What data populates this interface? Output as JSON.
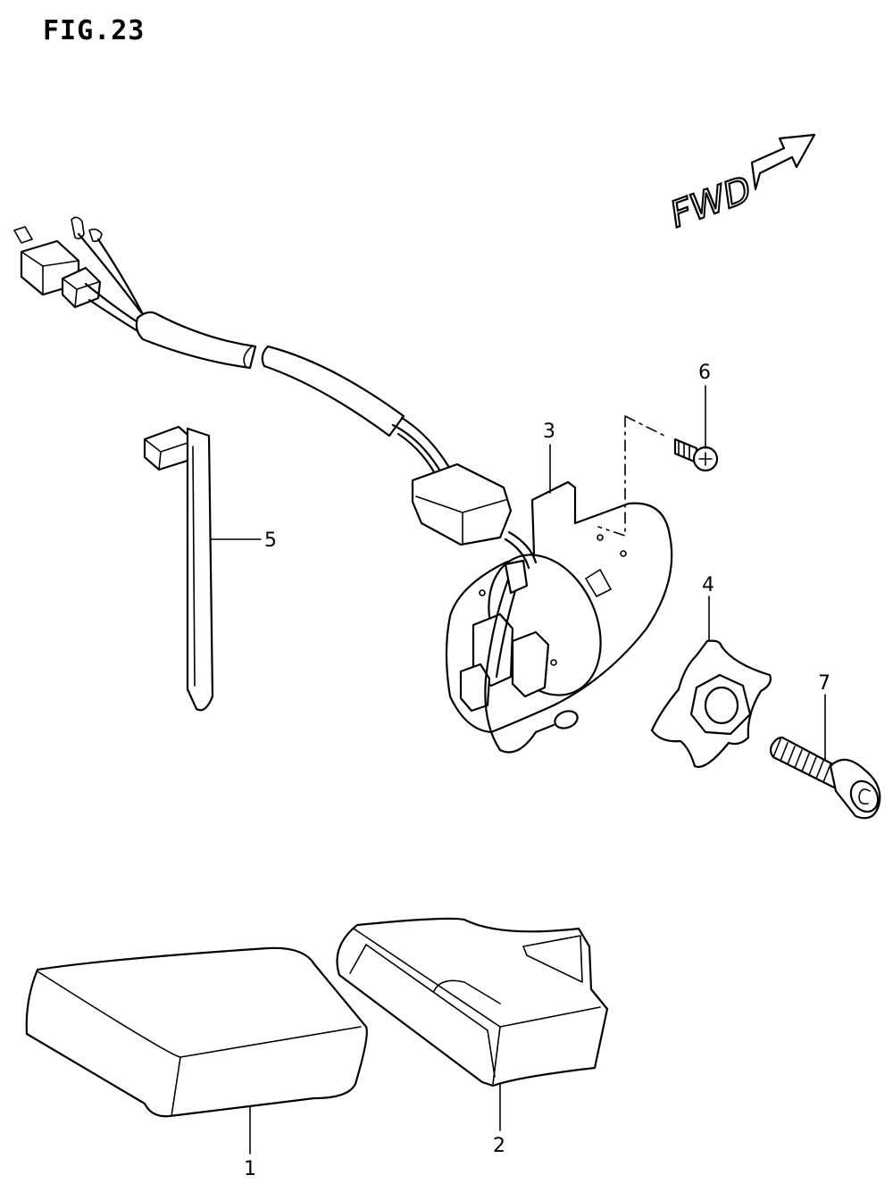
{
  "figure": {
    "title": "FIG.23",
    "direction_text": "FWD",
    "direction_icon": "hollow-arrow-icon"
  },
  "callouts": [
    {
      "id": "1",
      "text": "1"
    },
    {
      "id": "2",
      "text": "2"
    },
    {
      "id": "3",
      "text": "3"
    },
    {
      "id": "4",
      "text": "4"
    },
    {
      "id": "5",
      "text": "5"
    },
    {
      "id": "6",
      "text": "6"
    },
    {
      "id": "7",
      "text": "7"
    }
  ]
}
